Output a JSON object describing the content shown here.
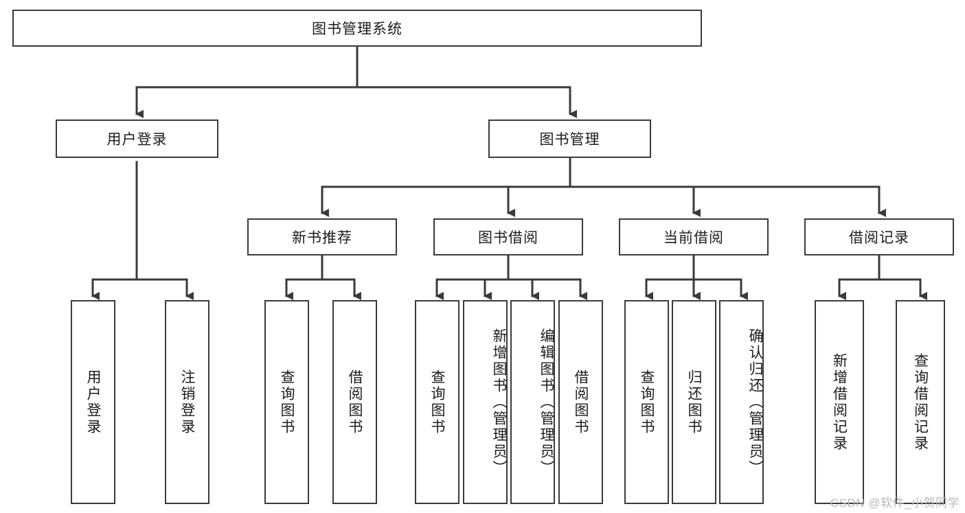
{
  "diagram": {
    "title": "图书管理系统",
    "root": {
      "label": "图书管理系统"
    },
    "level1": [
      {
        "label": "用户登录"
      },
      {
        "label": "图书管理"
      }
    ],
    "level2": [
      {
        "label": "新书推荐"
      },
      {
        "label": "图书借阅"
      },
      {
        "label": "当前借阅"
      },
      {
        "label": "借阅记录"
      }
    ],
    "leaves": {
      "user_login": [
        {
          "label": "用户登录"
        },
        {
          "label": "注销登录"
        }
      ],
      "new_book": [
        {
          "label": "查询图书"
        },
        {
          "label": "借阅图书"
        }
      ],
      "borrow_book": [
        {
          "label": "查询图书"
        },
        {
          "label": "新增图书（管理员）"
        },
        {
          "label": "编辑图书（管理员）"
        },
        {
          "label": "借阅图书"
        }
      ],
      "current_borrow": [
        {
          "label": "查询图书"
        },
        {
          "label": "归还图书"
        },
        {
          "label": "确认归还（管理员）"
        }
      ],
      "borrow_record": [
        {
          "label": "新增借阅记录"
        },
        {
          "label": "查询借阅记录"
        }
      ]
    },
    "colors": {
      "stroke": "#3a3a3a",
      "text": "#1b1b1b",
      "background": "#ffffff",
      "watermark": "#b9b9b9"
    }
  },
  "watermark": {
    "text": "CSDN @软件_小贺同学"
  }
}
